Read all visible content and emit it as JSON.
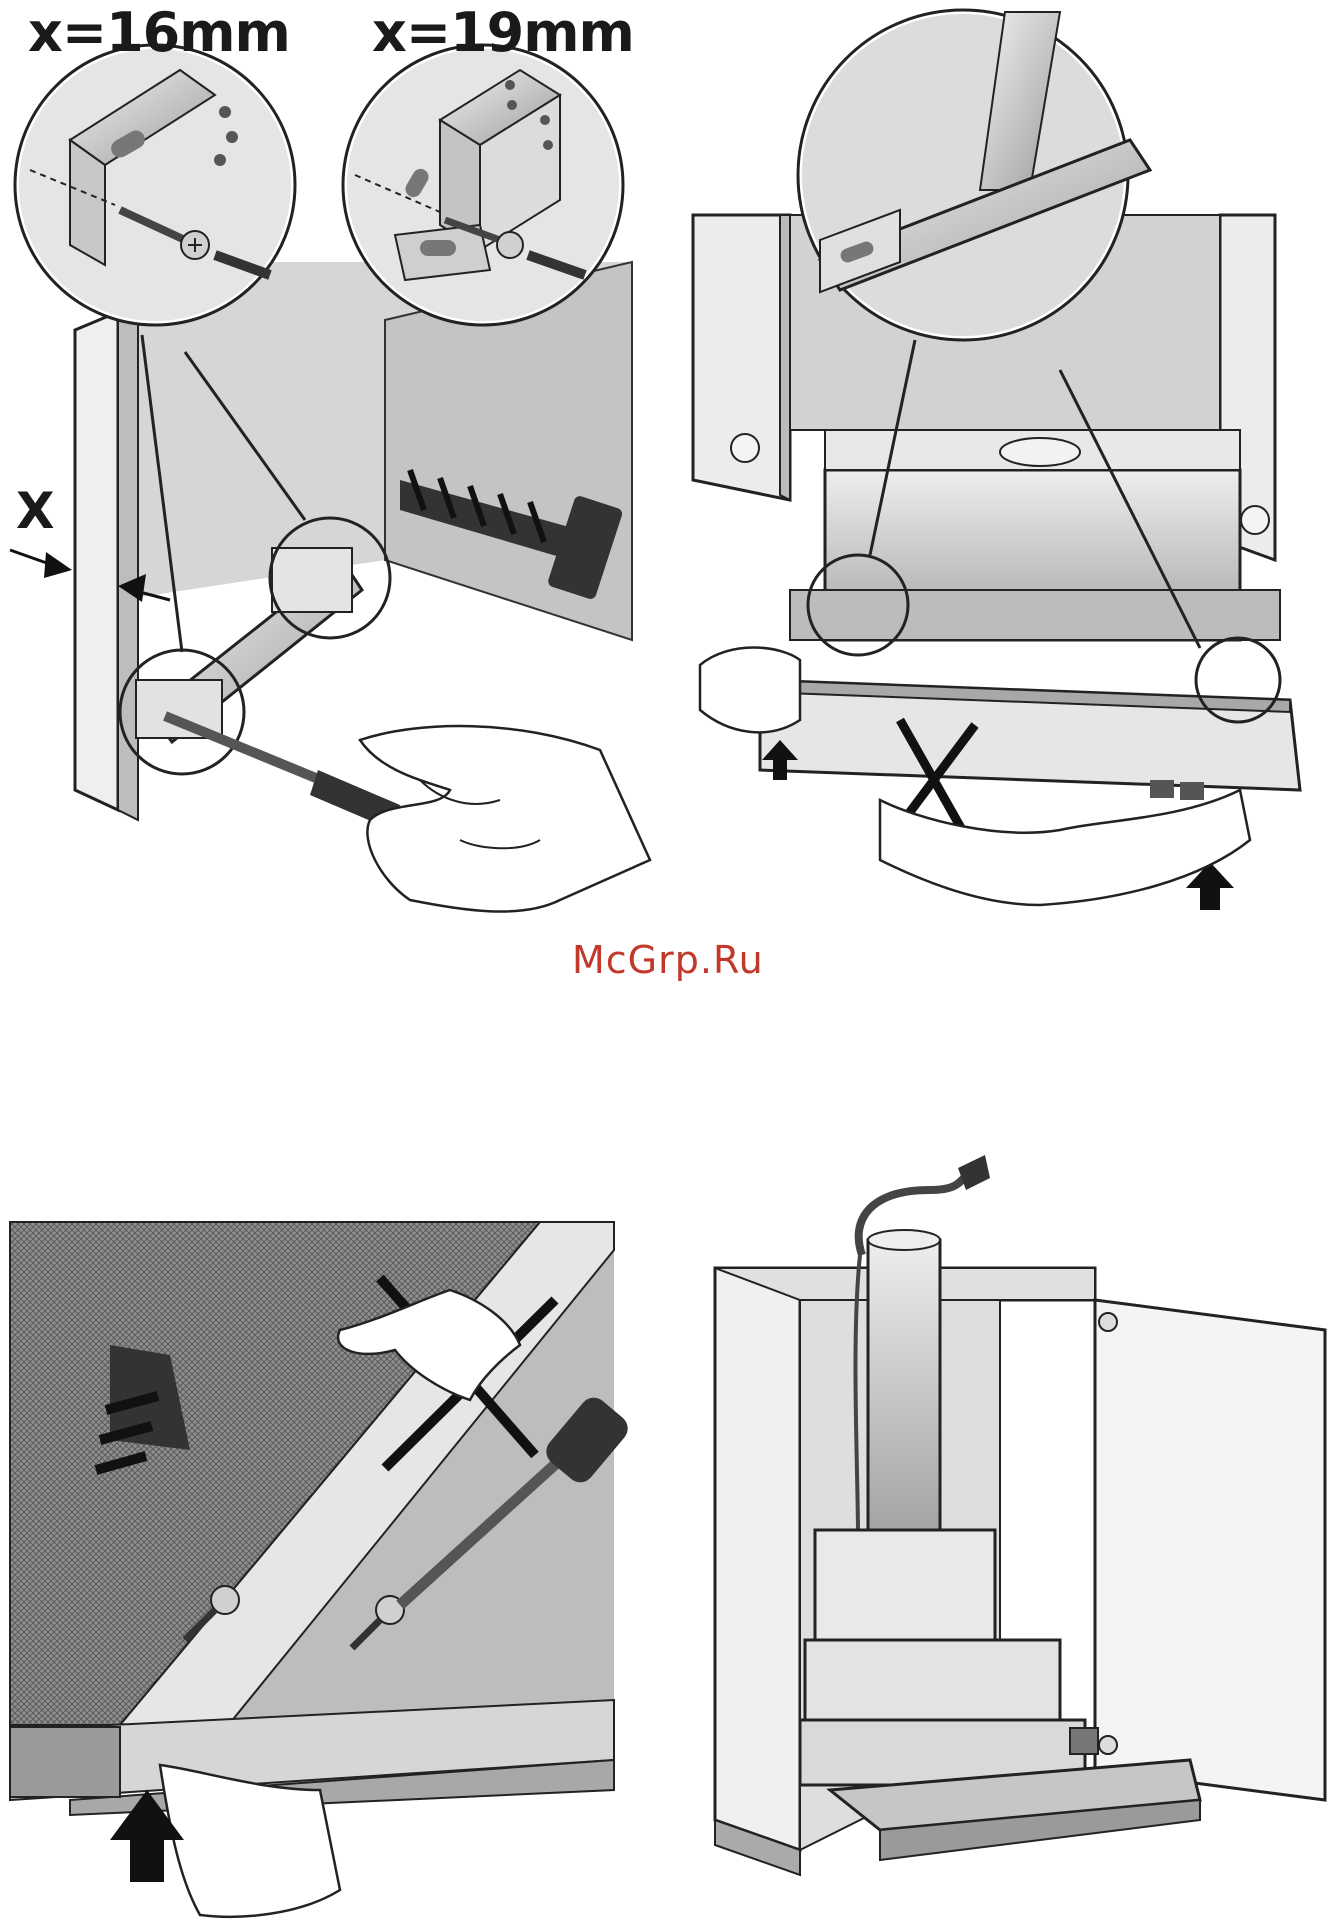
{
  "labels": {
    "x16": "x=16mm",
    "x19": "x=19mm",
    "x_dimension": "X"
  },
  "watermark": "McGrp.Ru",
  "colors": {
    "watermark": "#c0392b",
    "panel_light": "#e6e6e6",
    "panel_mid": "#c9c9c9",
    "panel_dark": "#9a9a9a",
    "outline": "#222222"
  },
  "icons": [
    "screw-icon",
    "wall-plug-icon",
    "screwdriver-icon",
    "hand-icon",
    "arrow-up-icon",
    "cross-icon",
    "power-plug-icon"
  ]
}
